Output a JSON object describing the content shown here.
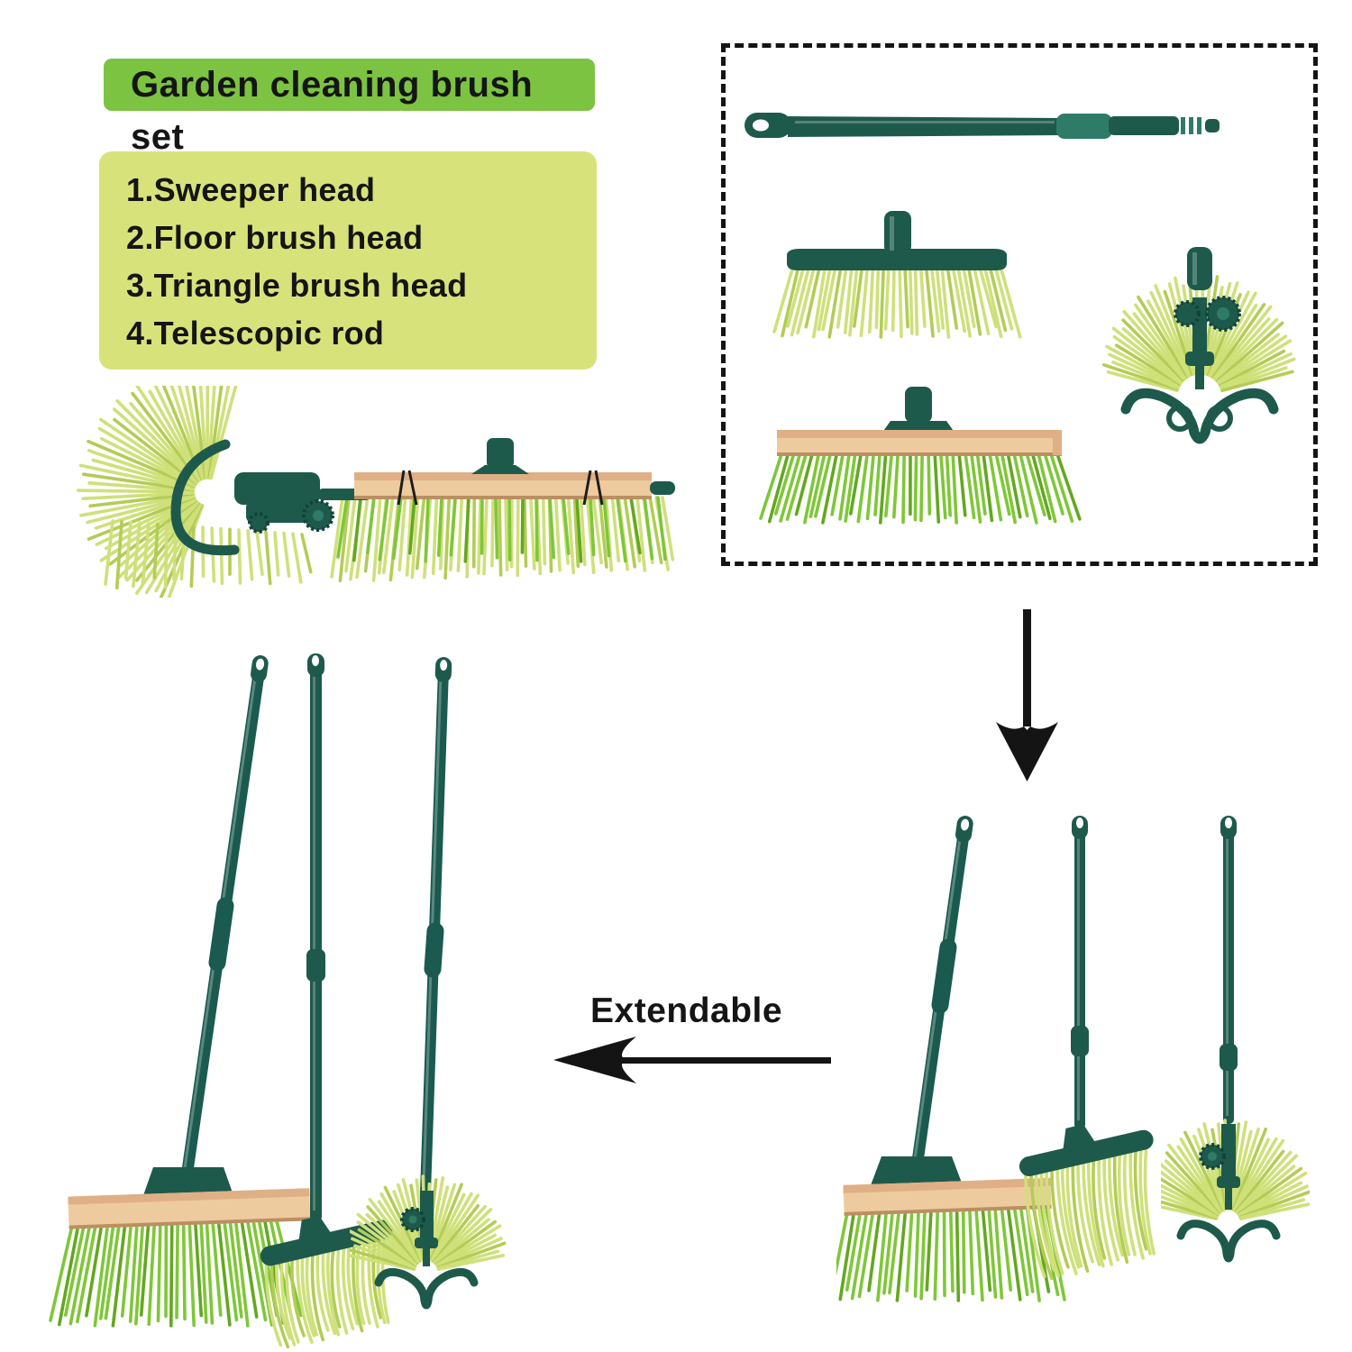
{
  "title": {
    "label": "Garden cleaning brush set"
  },
  "parts_list": {
    "items": [
      "1.Sweeper head",
      "2.Floor brush head",
      "3.Triangle brush head",
      "4.Telescopic rod"
    ]
  },
  "annotations": {
    "extendable_label": "Extendable"
  },
  "icons": {
    "down_arrow": "down-arrow",
    "left_arrow": "left-arrow"
  },
  "colors": {
    "background": "#ffffff",
    "title_box_bg": "#7cc342",
    "list_box_bg": "#d8e27b",
    "text": "#151515",
    "arrow": "#141414",
    "dashed_border": "#141414",
    "handle_dark_green": "#1b5a4e",
    "handle_darker": "#11423a",
    "handle_highlight": "#2e7c68",
    "head_plastic": "#1e5a4c",
    "bristle_light": "#cfe07a",
    "bristle_light_stroke": "#b3cc55",
    "bristle_vivid": "#7ec737",
    "bristle_vivid_stroke": "#63a81f",
    "wood_light": "#eecb9f",
    "wood_mid": "#dfb085",
    "wood_dark": "#bb8f62"
  }
}
